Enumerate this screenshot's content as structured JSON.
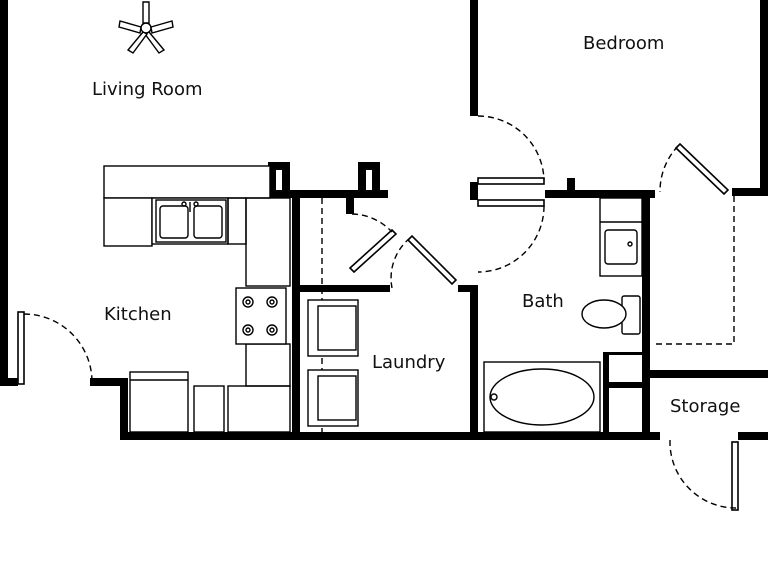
{
  "rooms": {
    "living_room": "Living Room",
    "bedroom": "Bedroom",
    "kitchen": "Kitchen",
    "laundry": "Laundry",
    "bath": "Bath",
    "storage": "Storage"
  },
  "fixtures": [
    "ceiling-fan-icon",
    "double-sink-icon",
    "stove-icon",
    "refrigerator-icon",
    "washer-icon",
    "dryer-icon",
    "bathtub-icon",
    "toilet-icon",
    "vanity-sink-icon"
  ],
  "colors": {
    "walls": "#000000",
    "background": "#ffffff"
  }
}
